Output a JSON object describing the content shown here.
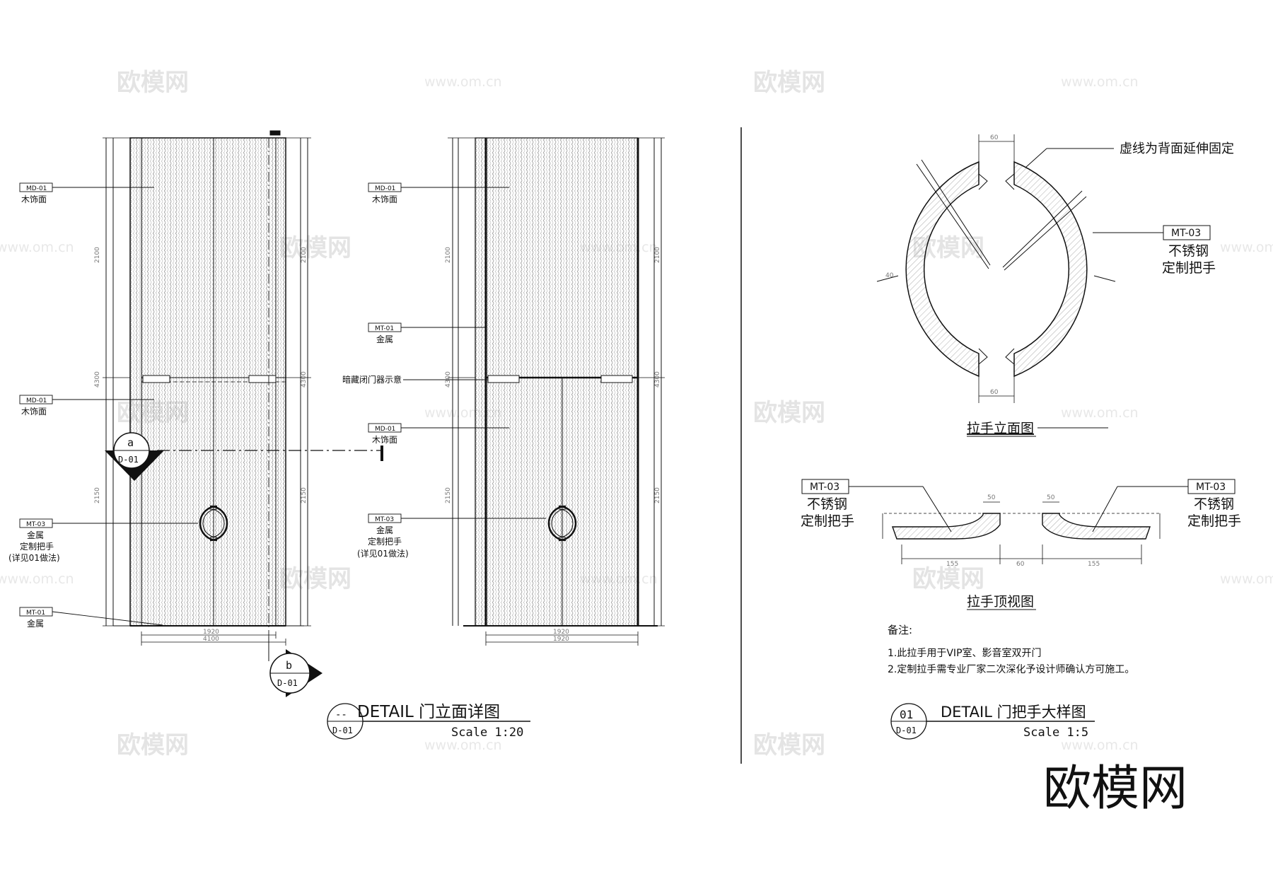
{
  "left_drawing": {
    "callouts": {
      "md01_a": {
        "code": "MD-01",
        "name": "木饰面"
      },
      "md01_b": {
        "code": "MD-01",
        "name": "木饰面"
      },
      "mt03": {
        "code": "MT-03",
        "name": "金属",
        "sub1": "定制把手",
        "sub2": "(详见01做法)"
      },
      "mt01": {
        "code": "MT-01",
        "name": "金属"
      }
    },
    "section_a": {
      "letter": "a",
      "ref": "D-01"
    },
    "section_b": {
      "letter": "b",
      "ref": "D-01"
    },
    "dims": {
      "top_h": "2100",
      "total_h": "4300",
      "bottom_h": "2150",
      "leaf_w": "1920",
      "overall_w": "4100"
    }
  },
  "middle_drawing": {
    "callouts": {
      "md01_a": {
        "code": "MD-01",
        "name": "木饰面"
      },
      "mt01": {
        "code": "MT-01",
        "name": "金属"
      },
      "closer": {
        "name": "暗藏闭门器示意"
      },
      "md01_b": {
        "code": "MD-01",
        "name": "木饰面"
      },
      "mt03": {
        "code": "MT-03",
        "name": "金属",
        "sub1": "定制把手",
        "sub2": "(详见01做法)"
      }
    },
    "dims": {
      "top_h": "2100",
      "total_h": "4300",
      "bottom_h": "2150",
      "leaf_w": "1920",
      "overall_w": "1920"
    }
  },
  "title_left": {
    "circle_top": "--",
    "circle_bottom": "D-01",
    "label": "DETAIL 门立面详图",
    "scale": "Scale 1:20"
  },
  "handle_elevation": {
    "caption": "拉手立面图",
    "note": "虚线为背面延伸固定",
    "callout": {
      "code": "MT-03",
      "line1": "不锈钢",
      "line2": "定制把手"
    },
    "dims": {
      "gap_top": "60",
      "gap_bottom": "60",
      "side": "40"
    }
  },
  "handle_top": {
    "caption": "拉手顶视图",
    "left_callout": {
      "code": "MT-03",
      "line1": "不锈钢",
      "line2": "定制把手"
    },
    "right_callout": {
      "code": "MT-03",
      "line1": "不锈钢",
      "line2": "定制把手"
    },
    "dims": {
      "left_w": "155",
      "center": "60",
      "right_w": "155",
      "neck": "50"
    }
  },
  "notes": {
    "heading": "备注:",
    "line1": "1.此拉手用于VIP室、影音室双开门",
    "line2": "2.定制拉手需专业厂家二次深化予设计师确认方可施工。"
  },
  "title_right": {
    "circle_top": "01",
    "circle_bottom": "D-01",
    "label": "DETAIL 门把手大样图",
    "scale": "Scale 1:5"
  },
  "watermark": {
    "logo": "欧模网",
    "url": "www.om.cn"
  },
  "brand": {
    "text": "欧模网"
  }
}
